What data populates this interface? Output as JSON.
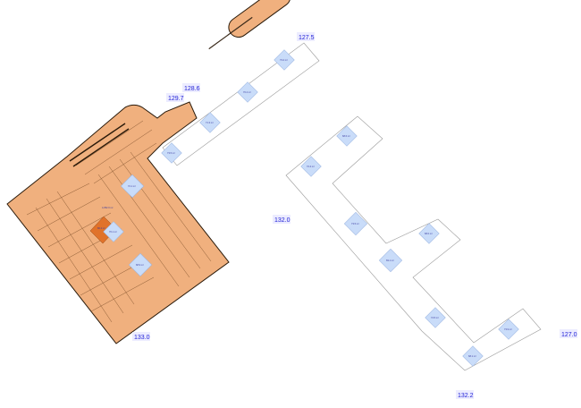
{
  "elevations": [
    "127.5",
    "128.6",
    "129.7",
    "132.0",
    "133.0",
    "127.0",
    "132.2"
  ],
  "room_labels": [
    "73.2 m²",
    "70.2 m²",
    "71.3 m²",
    "73.5 m²",
    "72.1 m²",
    "4,352.0 m²",
    "86.4 m²",
    "76.1 m²",
    "68.9 m²",
    "68.6 m²",
    "72.4 m²",
    "73.5 m²",
    "68.0 m²",
    "69.1 m²",
    "74.5 m²",
    "73.9 m²",
    "68.1 m²"
  ],
  "colors": {
    "slab": "#f0b07e",
    "accent_room": "#e0722a",
    "room": "#c9dcf9",
    "elevation_text": "#1f1fd6"
  }
}
